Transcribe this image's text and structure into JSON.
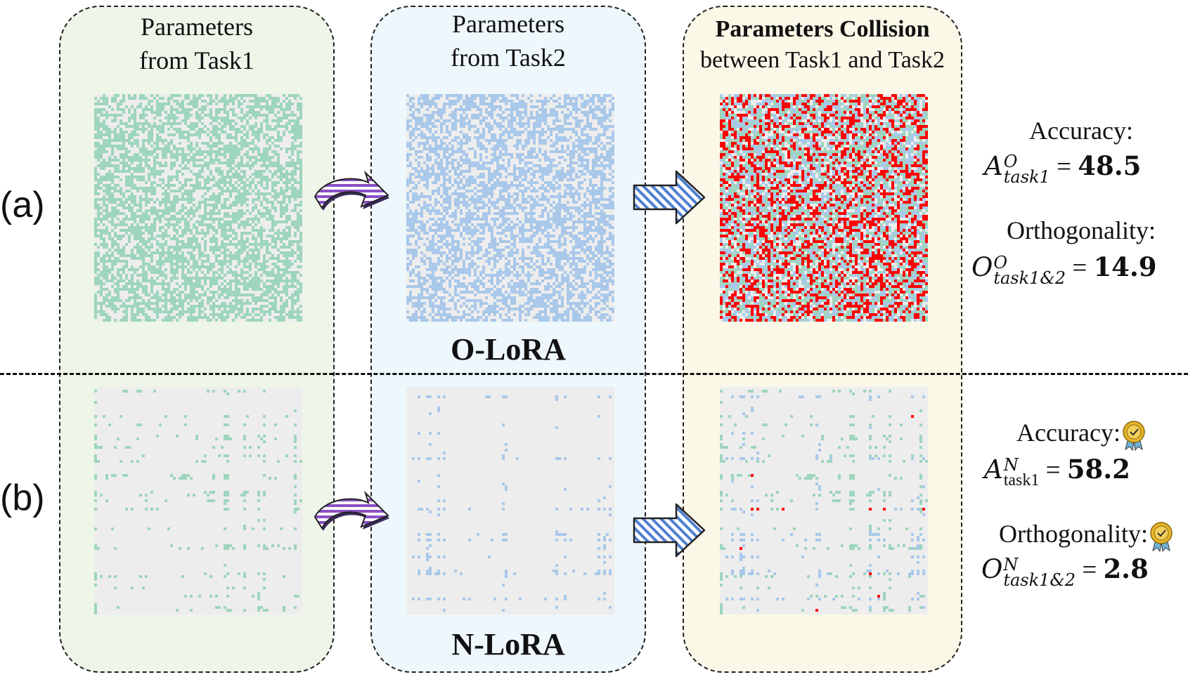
{
  "columns": [
    {
      "id": "task1",
      "title_line1": "Parameters",
      "title_line2": "from Task1"
    },
    {
      "id": "task2",
      "title_line1": "Parameters",
      "title_line2": "from Task2"
    },
    {
      "id": "collision",
      "title_line1": "Parameters Collision",
      "title_line2": "between Task1 and Task2"
    }
  ],
  "rows": [
    {
      "label": "(a)",
      "method": "O-LoRA",
      "metrics": {
        "accuracy_label": "Accuracy:",
        "accuracy_symbol": "A",
        "accuracy_sup": "O",
        "accuracy_sub": "task1",
        "accuracy_value": "48.5",
        "orthogonality_label": "Orthogonality:",
        "orthogonality_symbol": "O",
        "orthogonality_sup": "O",
        "orthogonality_sub": "task1&2",
        "orthogonality_value": "14.9",
        "medal": false
      }
    },
    {
      "label": "(b)",
      "method": "N-LoRA",
      "metrics": {
        "accuracy_label": "Accuracy:",
        "accuracy_symbol": "A",
        "accuracy_sup": "N",
        "accuracy_sub": "task1",
        "accuracy_value": "58.2",
        "orthogonality_label": "Orthogonality:",
        "orthogonality_symbol": "O",
        "orthogonality_sup": "N",
        "orthogonality_sub": "task1&2",
        "orthogonality_value": "2.8",
        "medal": true
      }
    }
  ],
  "colors": {
    "task1_green": "#9ed5bd",
    "task2_blue": "#a9c8ea",
    "collision_red": "#ff0000",
    "matrix_bg": "#ededed",
    "arrow_purple": "#8a4fc4",
    "arrow_blue": "#4f7fd0",
    "medal_gold": "#e7b52a"
  },
  "icons": [
    "curved-arrow-icon",
    "striped-right-arrow-icon",
    "medal-icon"
  ]
}
